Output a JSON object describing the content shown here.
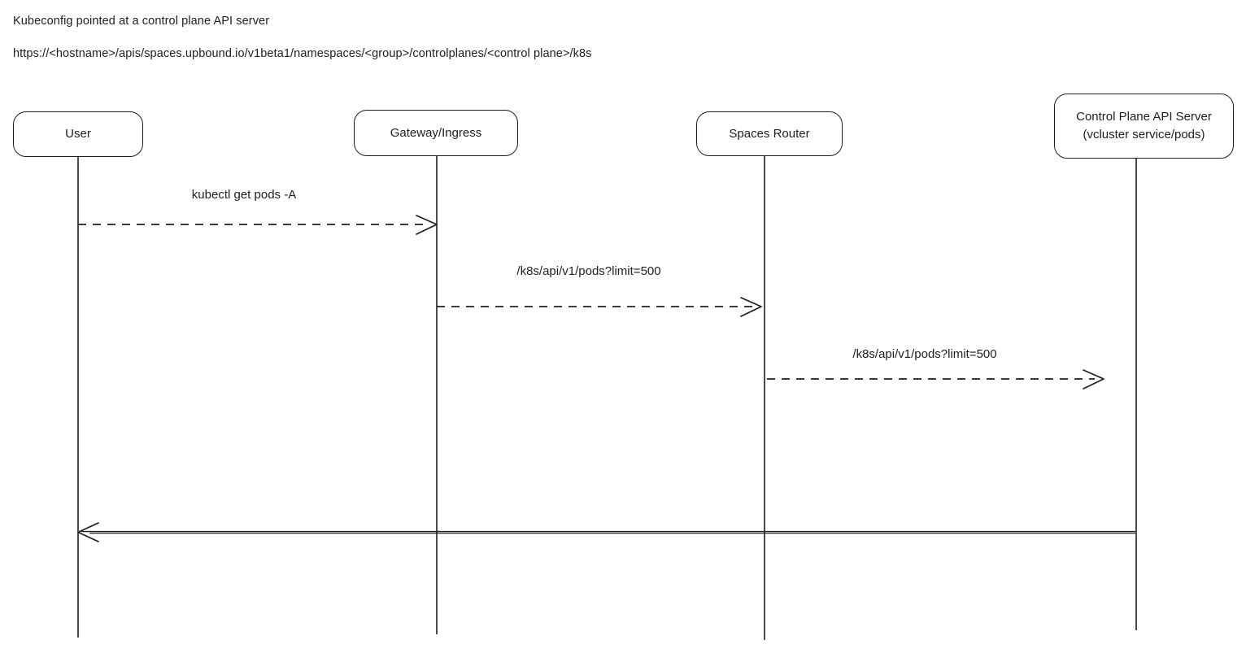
{
  "header": {
    "title": "Kubeconfig pointed at a control plane API server",
    "url": "https://<hostname>/apis/spaces.upbound.io/v1beta1/namespaces/<group>/controlplanes/<control plane>/k8s"
  },
  "diagram": {
    "type": "sequence",
    "style": "hand-drawn",
    "colors": {
      "stroke": "#1e1e1e",
      "background": "#ffffff"
    },
    "actors": [
      {
        "label": "User"
      },
      {
        "label": "Gateway/Ingress"
      },
      {
        "label": "Spaces Router"
      },
      {
        "label": "Control Plane API Server",
        "sublabel": "(vcluster service/pods)"
      }
    ],
    "messages": [
      {
        "from": "User",
        "to": "Gateway/Ingress",
        "label": "kubectl get pods -A",
        "line": "dashed",
        "direction": "right"
      },
      {
        "from": "Gateway/Ingress",
        "to": "Spaces Router",
        "label": "/k8s/api/v1/pods?limit=500",
        "line": "dashed",
        "direction": "right"
      },
      {
        "from": "Spaces Router",
        "to": "Control Plane API Server",
        "label": "/k8s/api/v1/pods?limit=500",
        "line": "dashed",
        "direction": "right"
      },
      {
        "from": "Control Plane API Server",
        "to": "User",
        "label": "",
        "line": "solid",
        "direction": "left"
      }
    ]
  }
}
